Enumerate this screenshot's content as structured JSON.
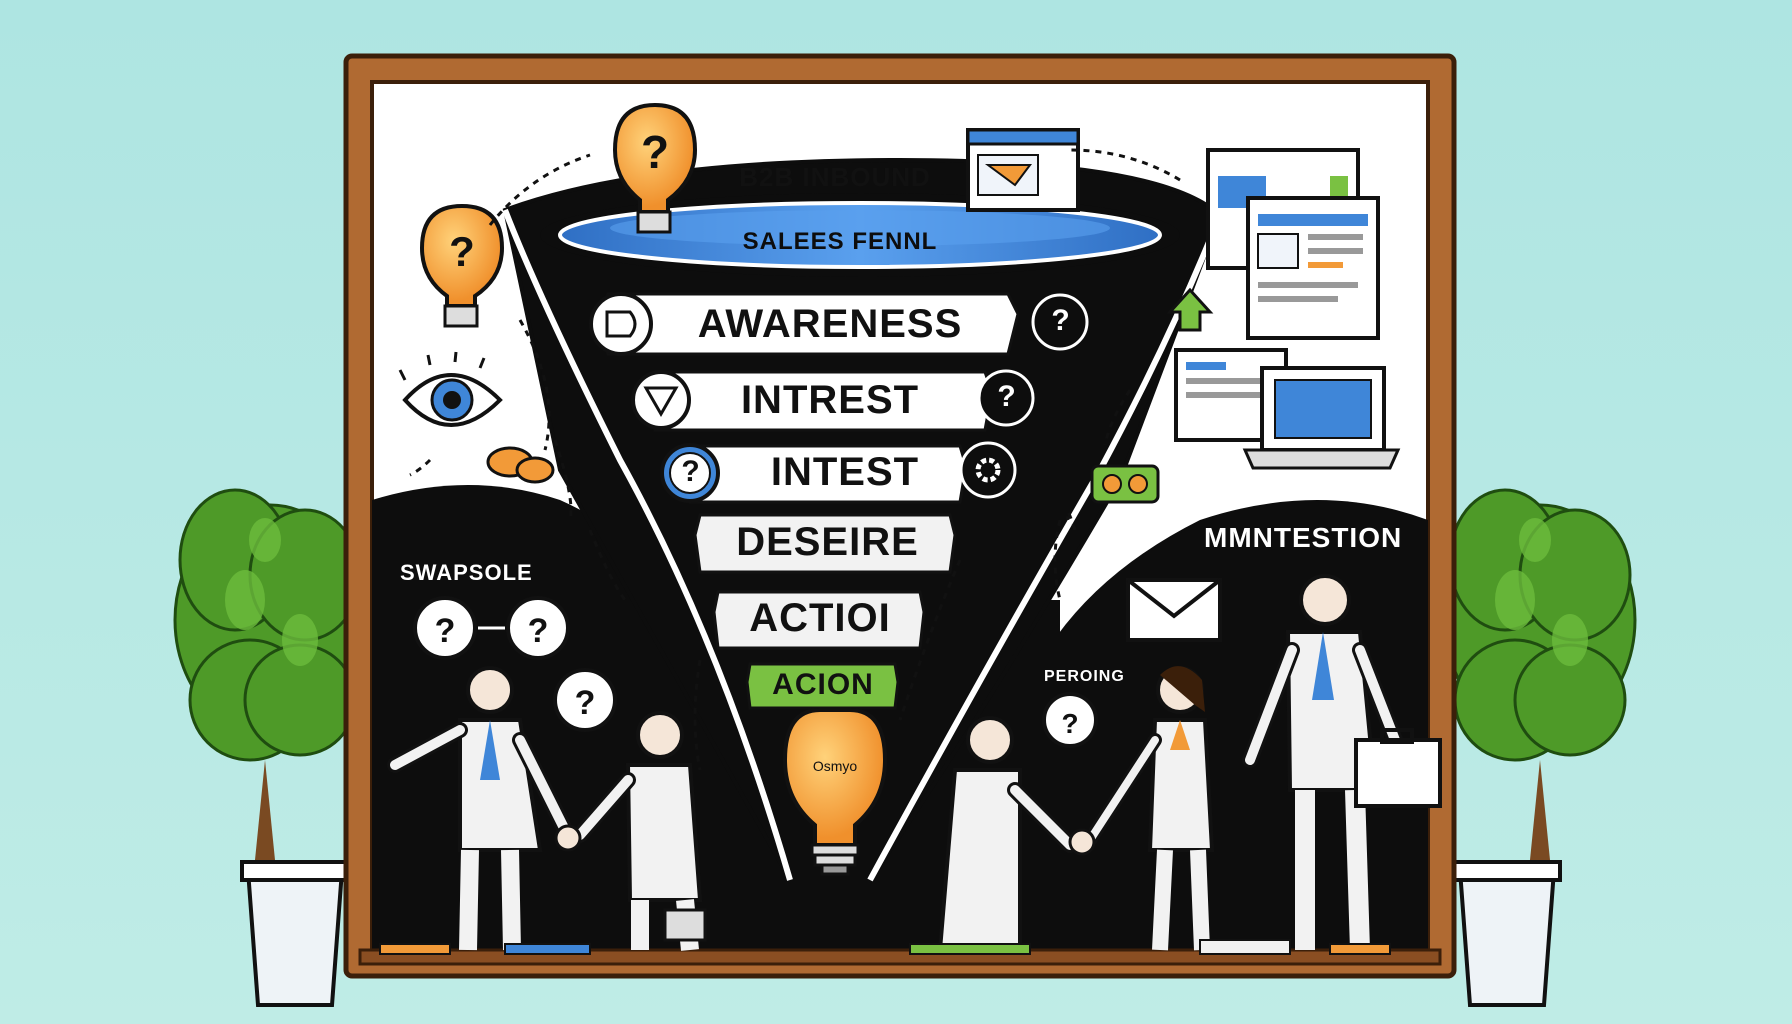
{
  "funnel": {
    "title_line1": "B2B INBOUND",
    "title_line2": "SALEES FENNL",
    "stages": [
      {
        "label": "AWARENESS",
        "icon": "shape-icon",
        "right_icon": "question-icon"
      },
      {
        "label": "INTREST",
        "icon": "triangle-icon",
        "right_icon": "question-icon"
      },
      {
        "label": "INTEST",
        "icon": "question-icon",
        "right_icon": "gear-icon"
      },
      {
        "label": "DESEIRE"
      },
      {
        "label": "ACTIOI"
      },
      {
        "label": "ACION"
      }
    ],
    "bulb_text": "Osmyo"
  },
  "left_scene": {
    "label": "SWAPSOLE"
  },
  "right_scene": {
    "label": "MMNTESTION",
    "sub_label": "PEROING"
  },
  "colors": {
    "background": "#aee5e2",
    "frame": "#b06a32",
    "board_dark": "#0d0d0d",
    "funnel_blue": "#3f86d8",
    "accent_orange": "#f29a38",
    "accent_green": "#7ac142",
    "plant_green": "#4e9a28"
  }
}
